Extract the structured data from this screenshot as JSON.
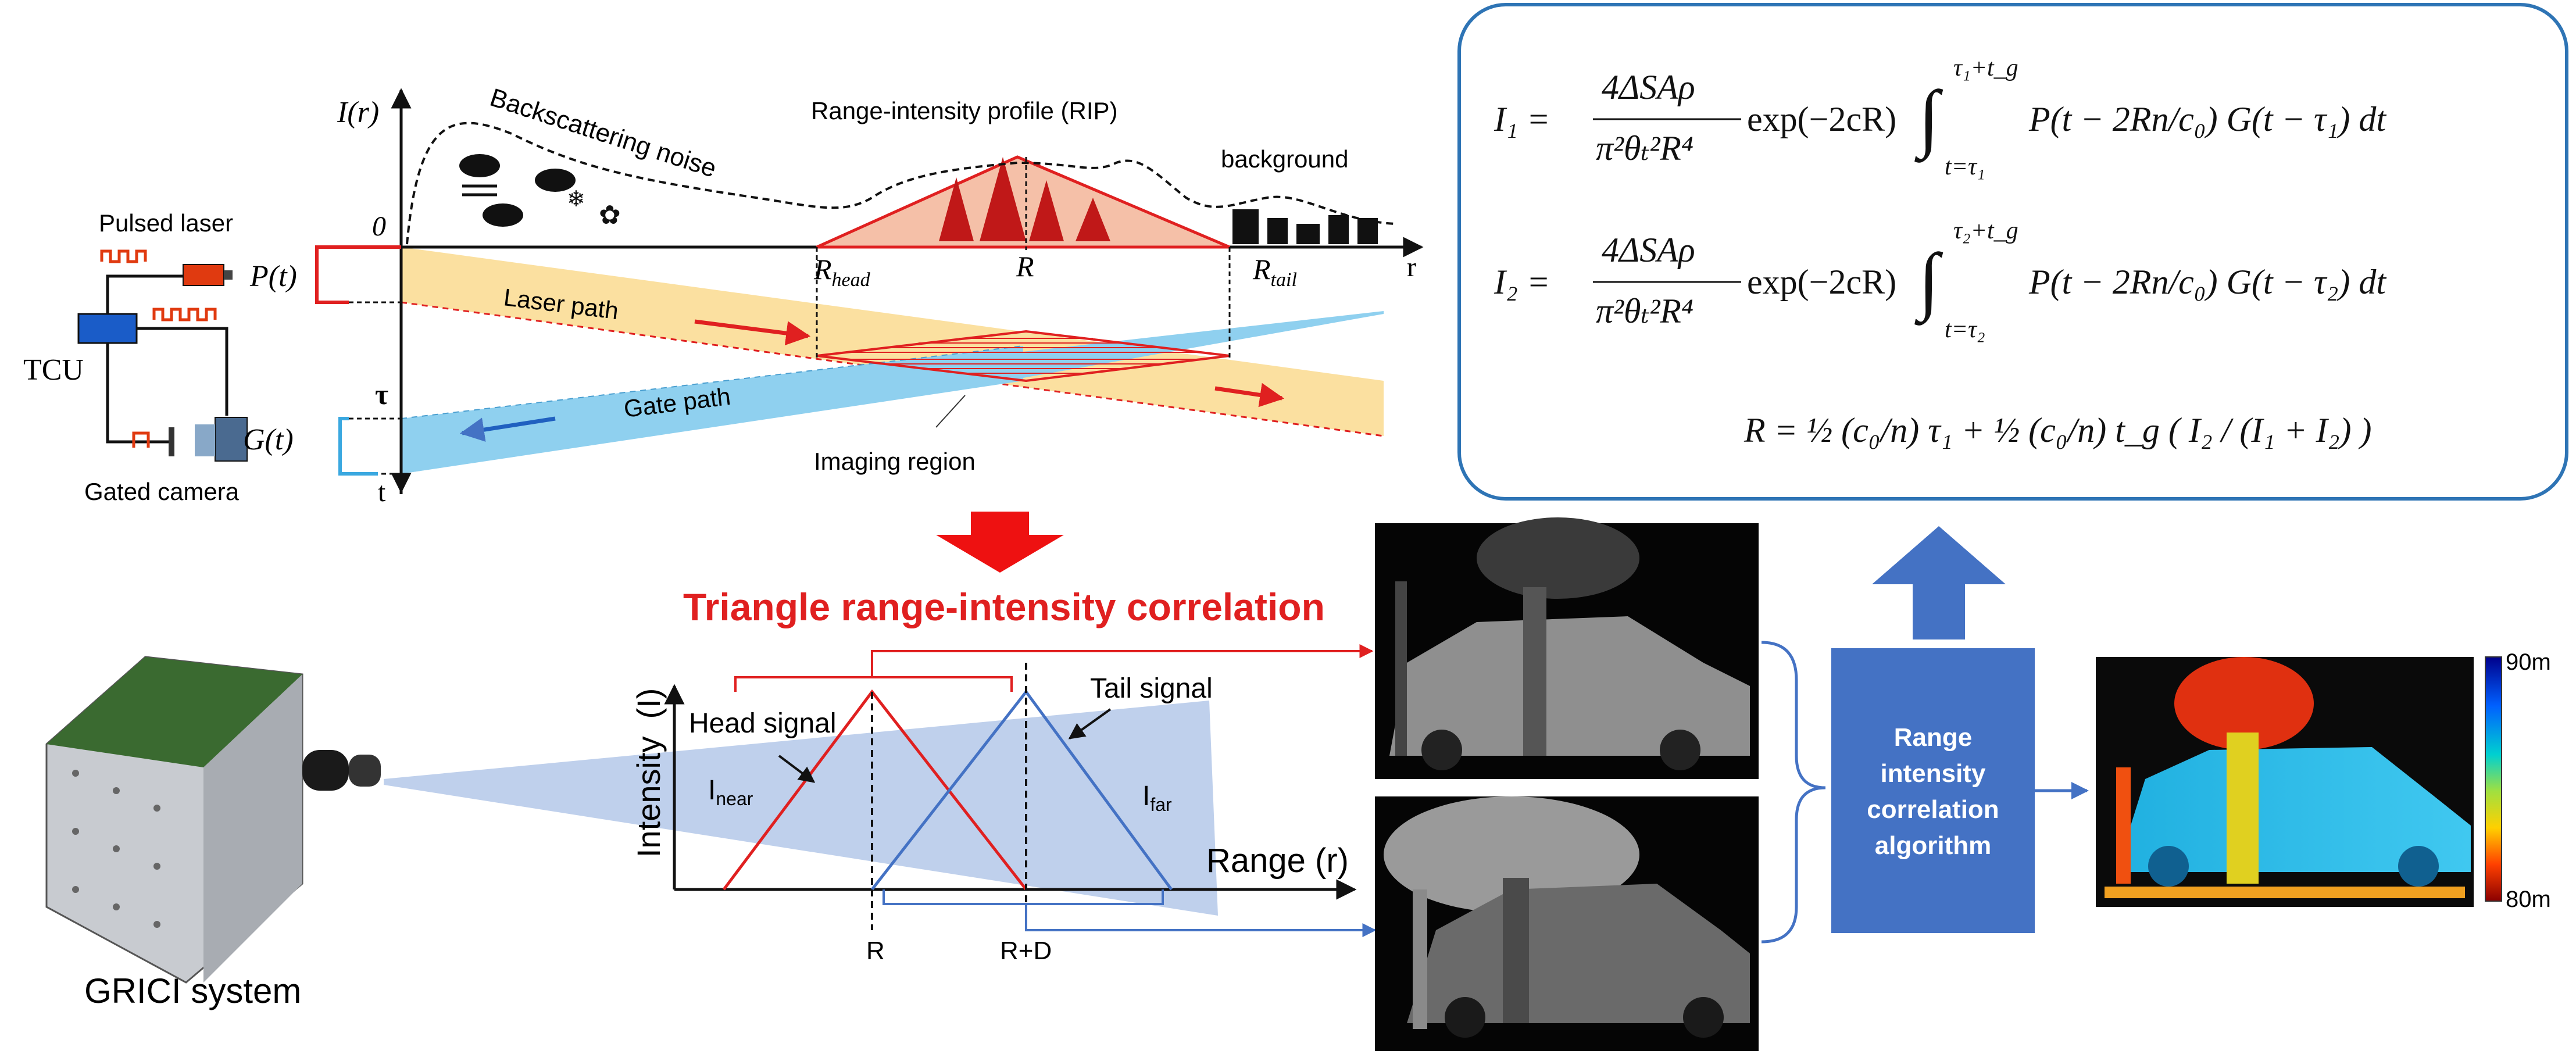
{
  "schematic": {
    "pulsed_laser": "Pulsed laser",
    "tcu": "TCU",
    "gated_camera": "Gated camera",
    "p_label": "P(t)",
    "g_label": "G(t)",
    "axis_i": "I(r)",
    "axis_r": "r",
    "axis_t": "t",
    "origin": "0",
    "tau": "τ",
    "backscatter": "Backscattering noise",
    "rip": "Range-intensity profile (RIP)",
    "background": "background",
    "r_head": "R",
    "r_head_sub": "head",
    "r_mid": "R",
    "r_tail": "R",
    "r_tail_sub": "tail",
    "laser_path": "Laser path",
    "gate_path": "Gate path",
    "imaging_region": "Imaging region"
  },
  "equations": {
    "i1_lhs": "I₁ =",
    "i1_num": "4ΔSAρ",
    "i1_den": "π²θₜ²R⁴",
    "i1_rest": "exp(−2cR)",
    "i1_int_top": "τ₁+t_g",
    "i1_int_bot": "t=τ₁",
    "i1_tail": "P(t − 2Rn/c₀) G(t − τ₁) dt",
    "i2_lhs": "I₂ =",
    "i2_num": "4ΔSAρ",
    "i2_den": "π²θₜ²R⁴",
    "i2_rest": "exp(−2cR)",
    "i2_int_top": "τ₂+t_g",
    "i2_int_bot": "t=τ₂",
    "i2_tail": "P(t − 2Rn/c₀) G(t − τ₂) dt",
    "r_eq": "R = ½ (c₀/n) τ₁ + ½ (c₀/n) t_g ( I₂ / (I₁ + I₂) )"
  },
  "correlation": {
    "title": "Triangle range-intensity correlation",
    "y_axis": "Intensity",
    "y_axis_unit": "(I)",
    "x_axis": "Range (r)",
    "head_signal": "Head signal",
    "tail_signal": "Tail signal",
    "i_near": "I",
    "i_near_sub": "near",
    "i_far": "I",
    "i_far_sub": "far",
    "tick_r": "R",
    "tick_rd": "R+D"
  },
  "system": {
    "label": "GRICI system"
  },
  "algorithm": {
    "line1": "Range",
    "line2": "intensity",
    "line3": "correlation",
    "line4": "algorithm"
  },
  "colorbar": {
    "top": "90m",
    "bottom": "80m"
  },
  "colors": {
    "red": "#e02020",
    "blue": "#4472c4",
    "laser_fill": "#fbe0a0",
    "gate_fill": "#8fd0ef",
    "rip_fill": "#f5c0a8"
  }
}
